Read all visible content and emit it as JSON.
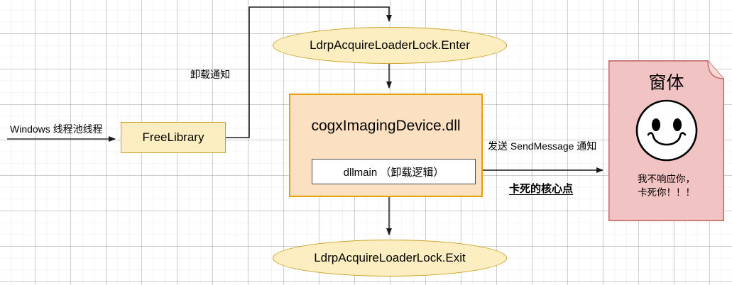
{
  "diagram": {
    "title": "DLL unload deadlock flow",
    "colors": {
      "ellipse_fill": "#fdeec2",
      "ellipse_stroke": "#c9a227",
      "dll_box_fill": "#fce0c2",
      "dll_box_stroke": "#e3a008",
      "note_fill": "#f2c3c3",
      "note_stroke": "#c46b6b",
      "edge_stroke": "#333333",
      "inner_box_fill": "#ffffff",
      "inner_box_stroke": "#4a4a4a"
    },
    "nodes": {
      "ellipse_enter": {
        "label": "LdrpAcquireLoaderLock.Enter",
        "shape": "ellipse"
      },
      "ellipse_exit": {
        "label": "LdrpAcquireLoaderLock.Exit",
        "shape": "ellipse"
      },
      "free_library": {
        "label": "FreeLibrary",
        "shape": "rectangle"
      },
      "dll_box": {
        "title": "cogxImagingDevice.dll",
        "inner_label": "dllmain （卸载逻辑）",
        "shape": "rectangle"
      },
      "window_note": {
        "title": "窗体",
        "text": "我不响应你，\n卡死你！！！",
        "shape": "note",
        "face_icon": "smiley-face-icon"
      }
    },
    "edge_labels": {
      "thread_pool": "Windows 线程池线程",
      "unload_notify": "卸载通知",
      "send_message": "发送 SendMessage 通知",
      "core_point": "卡死的核心点"
    }
  }
}
